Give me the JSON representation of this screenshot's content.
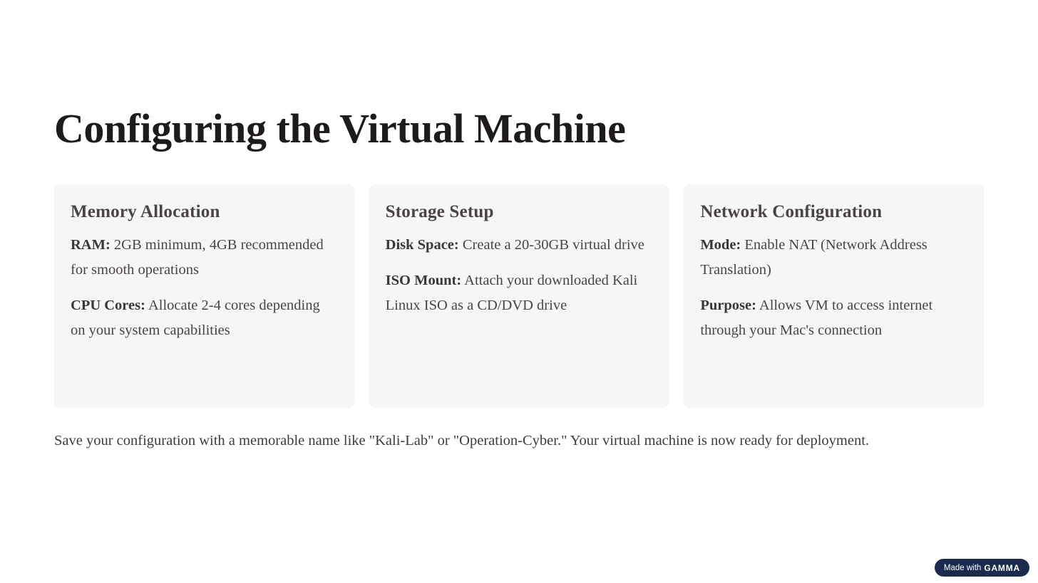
{
  "page": {
    "title": "Configuring the Virtual Machine"
  },
  "cards": [
    {
      "heading": "Memory Allocation",
      "items": [
        {
          "label": "RAM:",
          "text": " 2GB minimum, 4GB recommended for smooth operations"
        },
        {
          "label": "CPU Cores:",
          "text": " Allocate 2-4 cores depending on your system capabilities"
        }
      ]
    },
    {
      "heading": "Storage Setup",
      "items": [
        {
          "label": "Disk Space:",
          "text": " Create a 20-30GB virtual drive"
        },
        {
          "label": "ISO Mount:",
          "text": " Attach your downloaded Kali Linux ISO as a CD/DVD drive"
        }
      ]
    },
    {
      "heading": "Network Configuration",
      "items": [
        {
          "label": "Mode:",
          "text": " Enable NAT (Network Address Translation)"
        },
        {
          "label": "Purpose:",
          "text": " Allows VM to access internet through your Mac's connection"
        }
      ]
    }
  ],
  "footer": {
    "note": "Save your configuration with a memorable name like \"Kali-Lab\" or \"Operation-Cyber.\" Your virtual machine is now ready for deployment."
  },
  "badge": {
    "prefix": "Made with",
    "brand": "GAMMA"
  },
  "colors": {
    "card_background": "#f7f6f6",
    "title_text": "#1f1b1a",
    "body_text": "#4a4444",
    "badge_background": "#1a2b4e",
    "badge_text": "#ffffff"
  }
}
